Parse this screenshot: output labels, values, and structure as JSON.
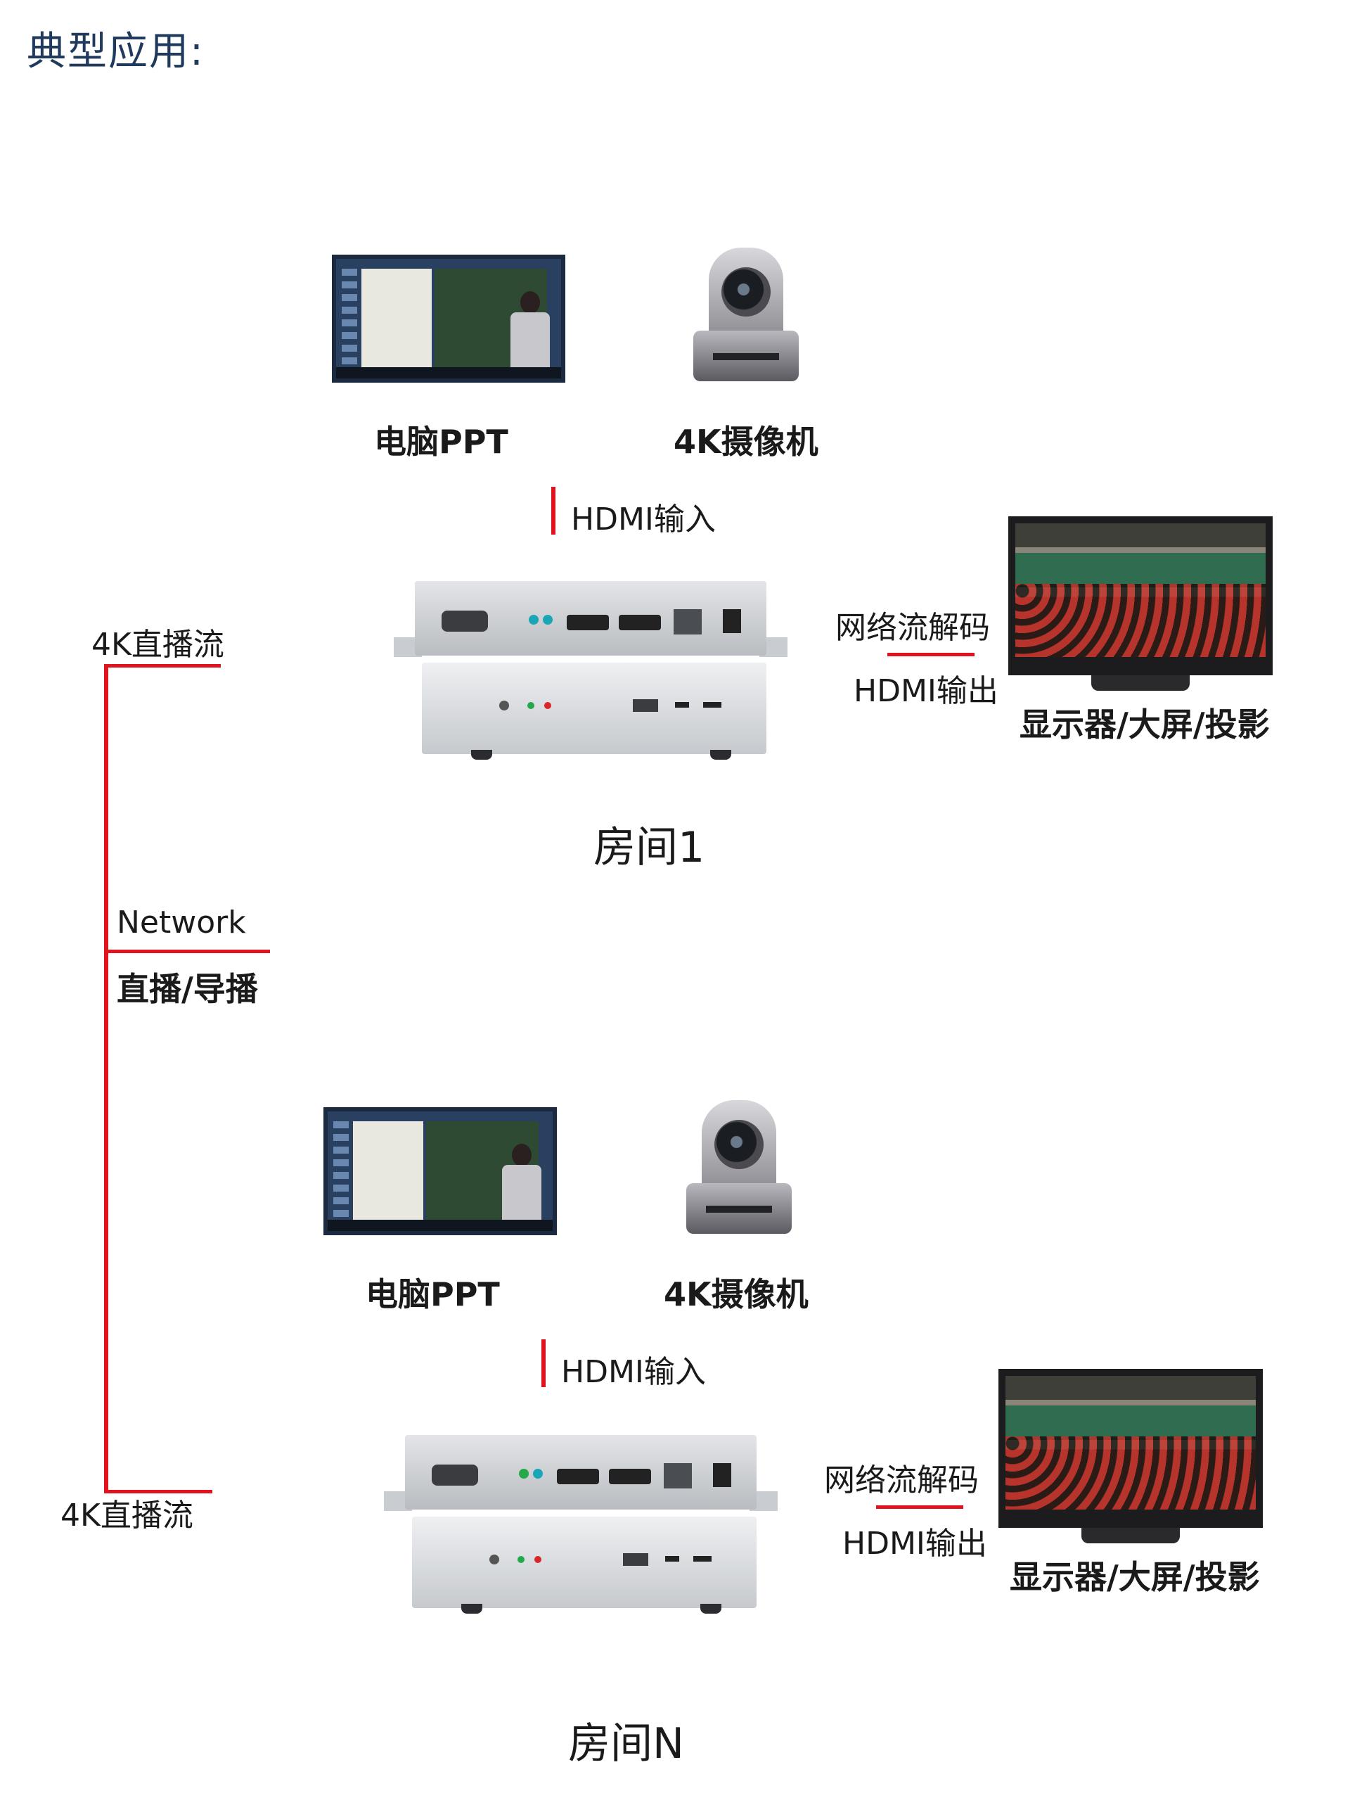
{
  "title": "典型应用:",
  "network": {
    "label": "Network",
    "sublabel": "直播/导播",
    "stream_top": "4K直播流",
    "stream_bottom": "4K直播流"
  },
  "rooms": [
    {
      "name": "房间1",
      "pc_label": "电脑PPT",
      "camera_label": "4K摄像机",
      "hdmi_in": "HDMI输入",
      "decode_label": "网络流解码",
      "hdmi_out": "HDMI输出",
      "display_label": "显示器/大屏/投影"
    },
    {
      "name": "房间N",
      "pc_label": "电脑PPT",
      "camera_label": "4K摄像机",
      "hdmi_in": "HDMI输入",
      "decode_label": "网络流解码",
      "hdmi_out": "HDMI输出",
      "display_label": "显示器/大屏/投影"
    }
  ],
  "colors": {
    "accent_line": "#e0141e",
    "title": "#1f3a5c"
  },
  "icons": [
    "computer-screen-icon",
    "ptz-camera-icon",
    "encoder-device-icon",
    "monitor-icon"
  ]
}
